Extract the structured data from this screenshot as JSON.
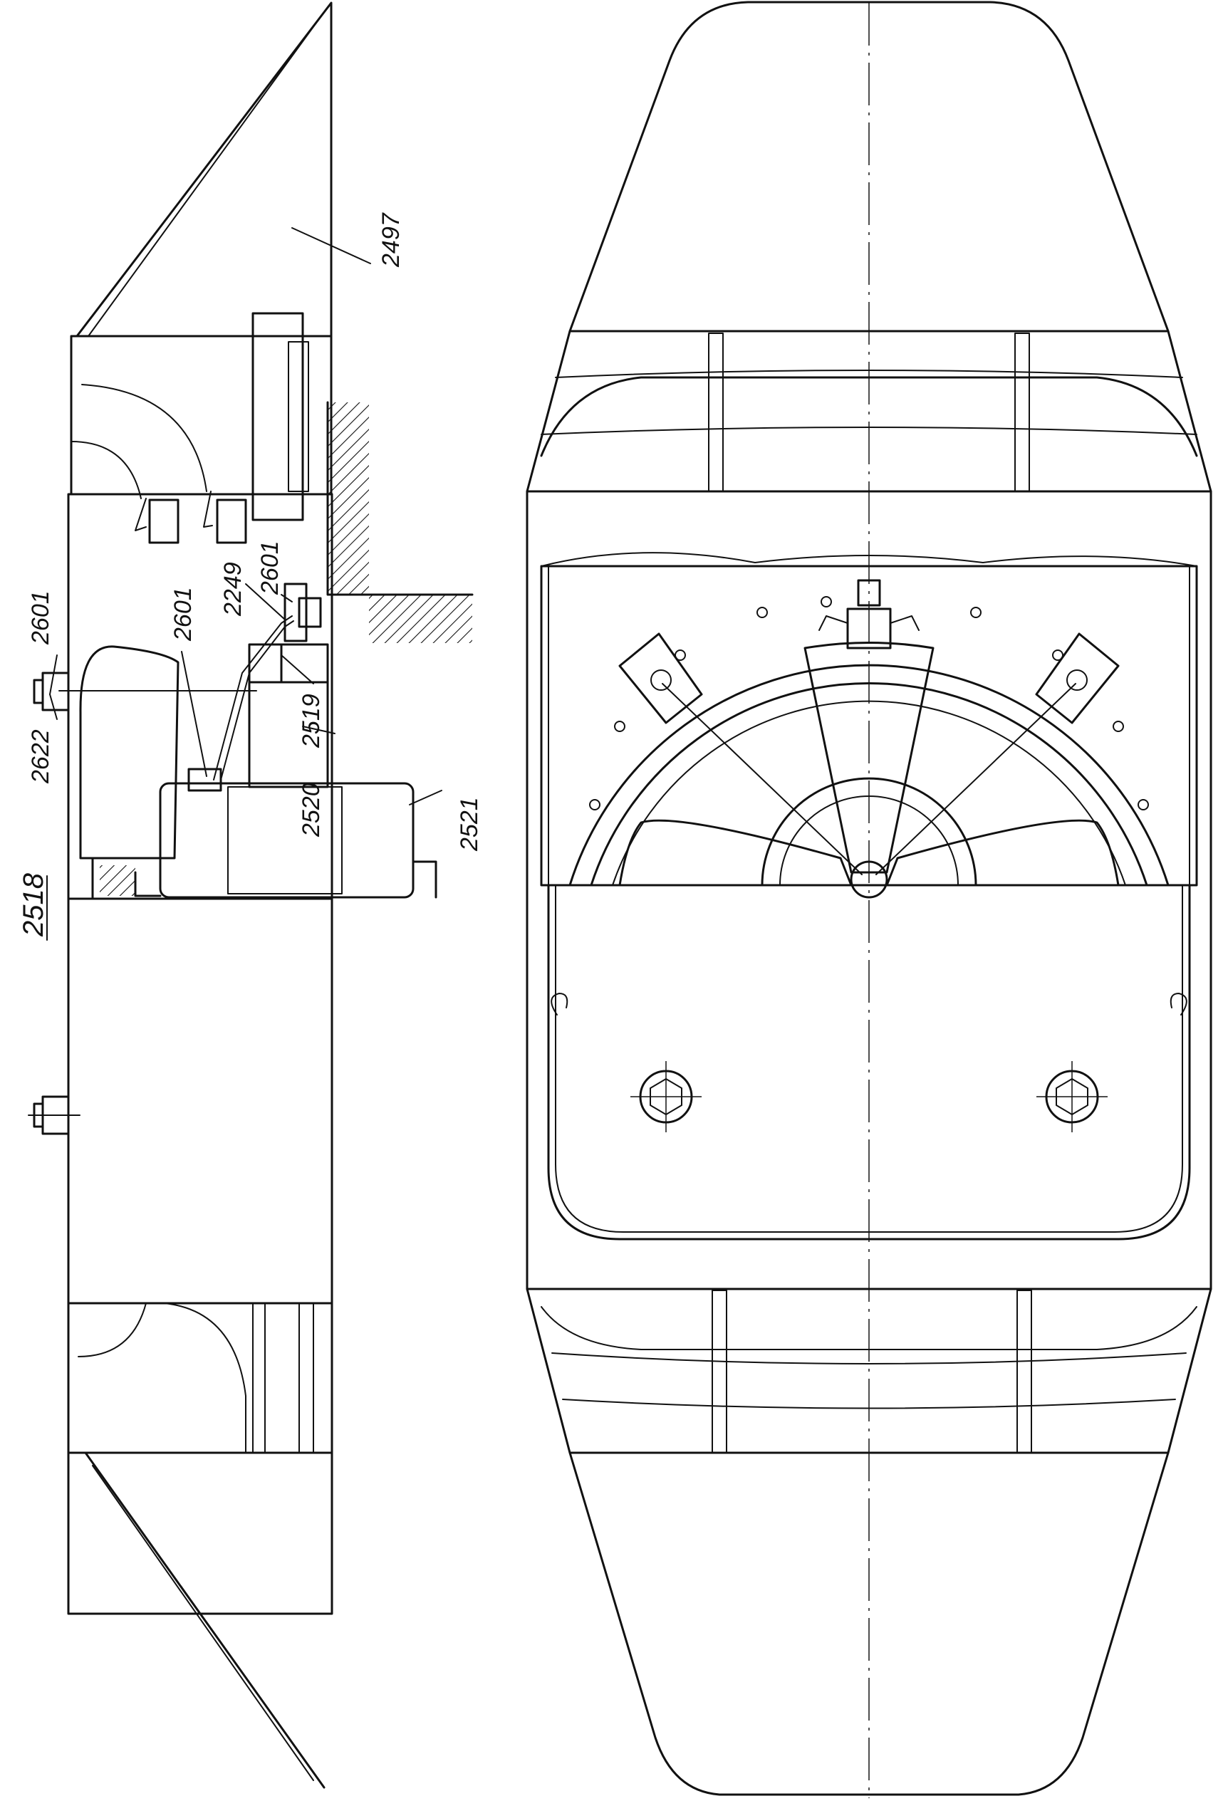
{
  "drawing": {
    "number": "2518",
    "callouts": {
      "c2497": "2497",
      "c2601a": "2601",
      "c2249": "2249",
      "c2601b": "2601",
      "c2601c": "2601",
      "c2622": "2622",
      "c2519": "2519",
      "c2520": "2520",
      "c2521": "2521"
    }
  }
}
